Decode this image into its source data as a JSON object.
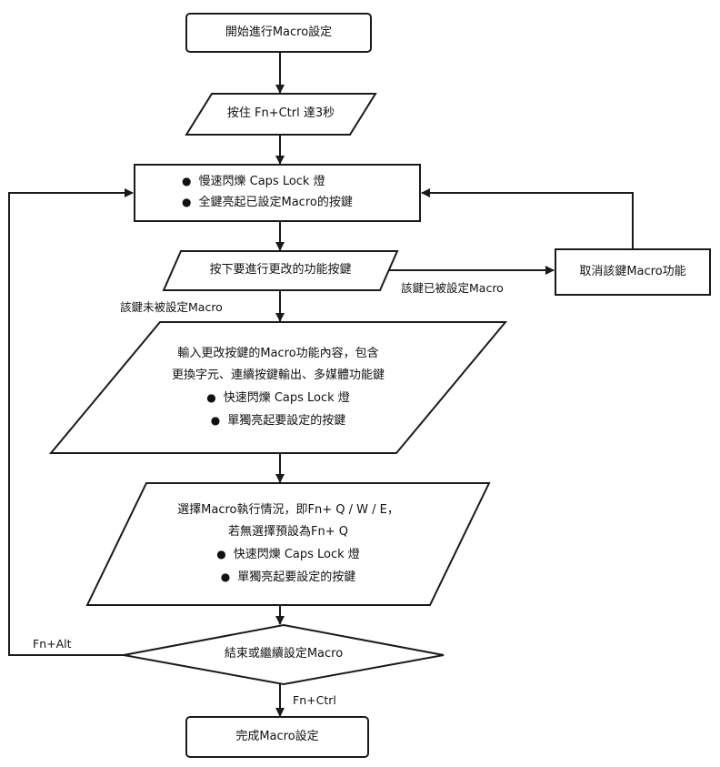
{
  "nodes": {
    "start": "開始進行Macro設定",
    "hold": "按住 Fn+Ctrl 達3秒",
    "slow_blink": {
      "bullets": [
        "慢速閃爍 Caps Lock 燈",
        "全鍵亮起已設定Macro的按鍵"
      ]
    },
    "press_key": "按下要進行更改的功能按鍵",
    "cancel": "取消該鍵Macro功能",
    "input": {
      "lines": [
        "輸入更改按鍵的Macro功能內容，包含",
        "更換字元、連續按鍵輸出、多媒體功能鍵"
      ],
      "bullets": [
        "快速閃爍 Caps Lock 燈",
        "單獨亮起要設定的按鍵"
      ]
    },
    "select": {
      "lines": [
        "選擇Macro執行情況，即Fn+ Q / W / E，",
        "若無選擇預設為Fn+ Q"
      ],
      "bullets": [
        "快速閃爍 Caps Lock 燈",
        "單獨亮起要設定的按鍵"
      ]
    },
    "decision": "結束或繼續設定Macro",
    "done": "完成Macro設定"
  },
  "edge_labels": {
    "already_set": "該鍵已被設定Macro",
    "not_set": "該鍵未被設定Macro",
    "fn_alt": "Fn+Alt",
    "fn_ctrl": "Fn+Ctrl"
  },
  "colors": {
    "stroke": "#1a1a1a",
    "fill": "#ffffff",
    "text": "#111111"
  }
}
